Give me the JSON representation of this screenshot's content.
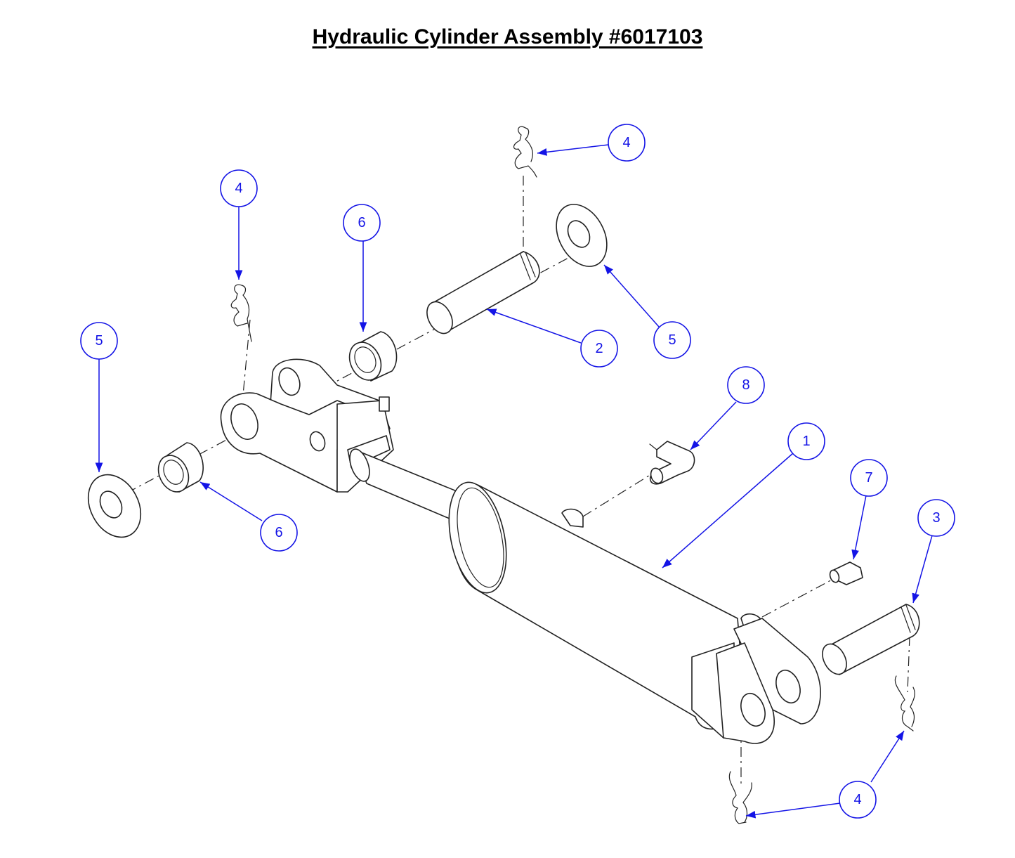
{
  "title": "Hydraulic Cylinder Assembly #6017103",
  "callouts": [
    {
      "id": "callout-4-top-right",
      "label": "4"
    },
    {
      "id": "callout-4-top-left",
      "label": "4"
    },
    {
      "id": "callout-6-top",
      "label": "6"
    },
    {
      "id": "callout-5-left",
      "label": "5"
    },
    {
      "id": "callout-2",
      "label": "2"
    },
    {
      "id": "callout-5-right",
      "label": "5"
    },
    {
      "id": "callout-8",
      "label": "8"
    },
    {
      "id": "callout-1",
      "label": "1"
    },
    {
      "id": "callout-7",
      "label": "7"
    },
    {
      "id": "callout-3",
      "label": "3"
    },
    {
      "id": "callout-6-bottom",
      "label": "6"
    },
    {
      "id": "callout-4-bottom",
      "label": "4"
    }
  ],
  "colors": {
    "callout": "#1414e6",
    "line": "#222222"
  }
}
